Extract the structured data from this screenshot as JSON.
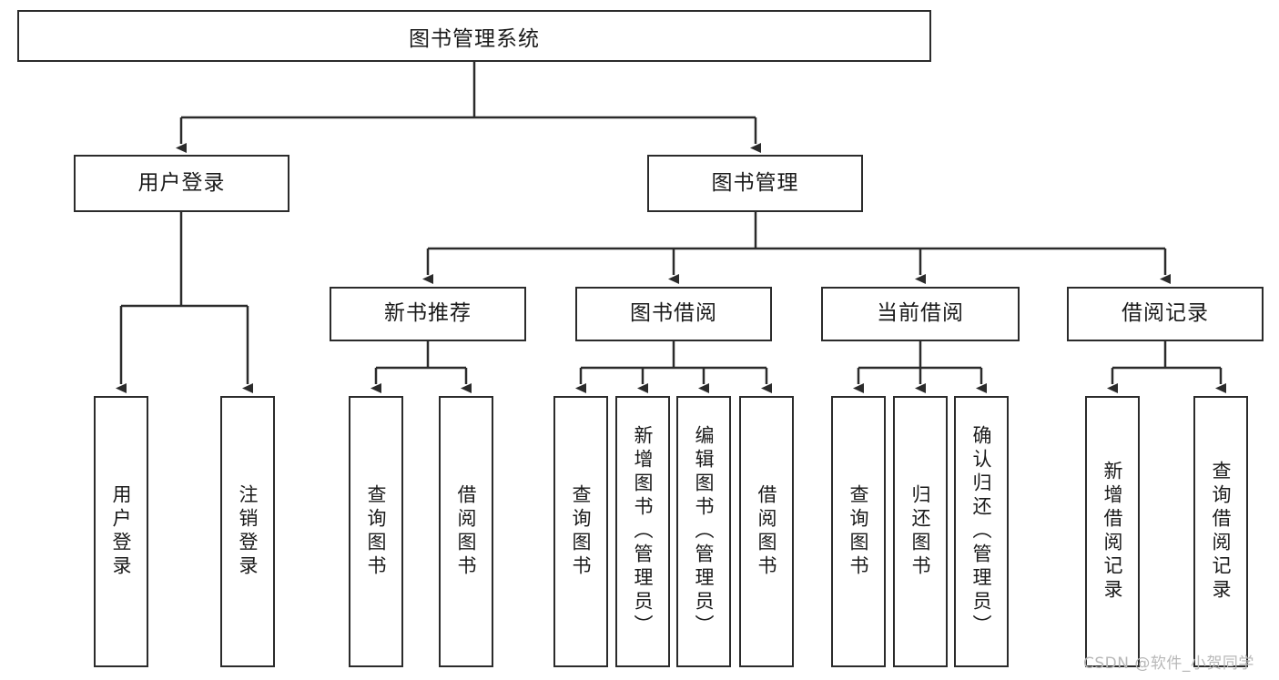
{
  "diagram": {
    "title_node": {
      "label": "图书管理系统"
    },
    "level2": [
      {
        "label": "用户登录"
      },
      {
        "label": "图书管理"
      }
    ],
    "level3": [
      {
        "label": "新书推荐"
      },
      {
        "label": "图书借阅"
      },
      {
        "label": "当前借阅"
      },
      {
        "label": "借阅记录"
      }
    ],
    "leaves": {
      "user_login": [
        {
          "label": "用户登录"
        },
        {
          "label": "注销登录"
        }
      ],
      "new_book_recommend": [
        {
          "label": "查询图书"
        },
        {
          "label": "借阅图书"
        }
      ],
      "book_borrow": [
        {
          "label": "查询图书"
        },
        {
          "label": "新增图书（管理员）"
        },
        {
          "label": "编辑图书（管理员）"
        },
        {
          "label": "借阅图书"
        }
      ],
      "current_borrow": [
        {
          "label": "查询图书"
        },
        {
          "label": "归还图书"
        },
        {
          "label": "确认归还（管理员）"
        }
      ],
      "borrow_record": [
        {
          "label": "新增借阅记录"
        },
        {
          "label": "查询借阅记录"
        }
      ]
    }
  },
  "watermark": {
    "text": "CSDN @软件_小贺同学"
  },
  "colors": {
    "stroke": "#2b2b2b",
    "fill": "#ffffff",
    "text": "#1a1a1a",
    "watermark": "#b8b8b8"
  }
}
